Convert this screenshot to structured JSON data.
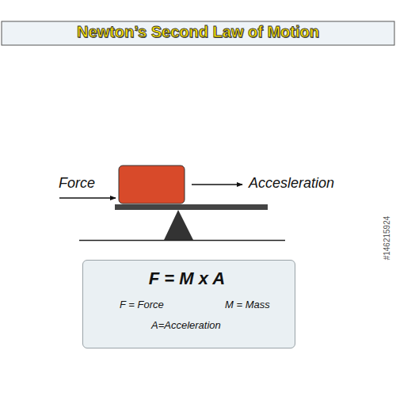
{
  "diagram": {
    "title": "Newton’s Second Law of Motion",
    "nodes": [
      {
        "text": [
          "F = M x A",
          "F = Force",
          "M = Mass",
          "A=Acceleration"
        ]
      }
    ],
    "labels": [
      "Force",
      "Accesleration",
      "#146215924"
    ]
  }
}
